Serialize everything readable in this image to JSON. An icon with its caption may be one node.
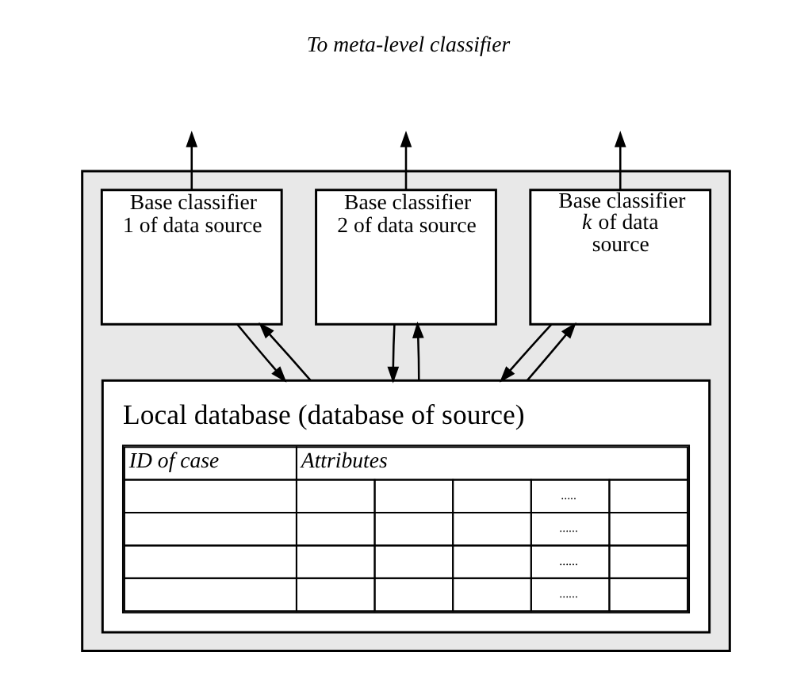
{
  "diagram": {
    "nodes": [
      {
        "text": [],
        "shape": "box"
      },
      {
        "text": [
          "Base classifier 1 of data source"
        ],
        "in": 0
      },
      {
        "text": [
          "Base classifier 2 of data source"
        ],
        "in": 0
      },
      {
        "text": [
          "Base classifier *k* of data source"
        ],
        "in": 0
      },
      {
        "text": [
          "Local database (database of source)"
        ],
        "in": 0
      }
    ],
    "edges": [
      {
        "from": 1,
        "to": null,
        "arrow": "to"
      },
      {
        "from": 1,
        "to": 4,
        "arrow": "to"
      },
      {
        "from": 4,
        "to": 1,
        "arrow": "to"
      },
      {
        "from": 2,
        "to": null,
        "arrow": "to"
      },
      {
        "from": 2,
        "to": 4,
        "arrow": "to"
      },
      {
        "from": 4,
        "to": 2,
        "arrow": "to"
      },
      {
        "from": 3,
        "to": null,
        "arrow": "to"
      },
      {
        "from": 3,
        "to": 4,
        "arrow": "to"
      },
      {
        "from": 4,
        "to": 3,
        "arrow": "to"
      }
    ],
    "labels": [
      "To meta-level classifier",
      "ID of case",
      "Attributes",
      ".....",
      "......",
      "......",
      "......"
    ]
  }
}
